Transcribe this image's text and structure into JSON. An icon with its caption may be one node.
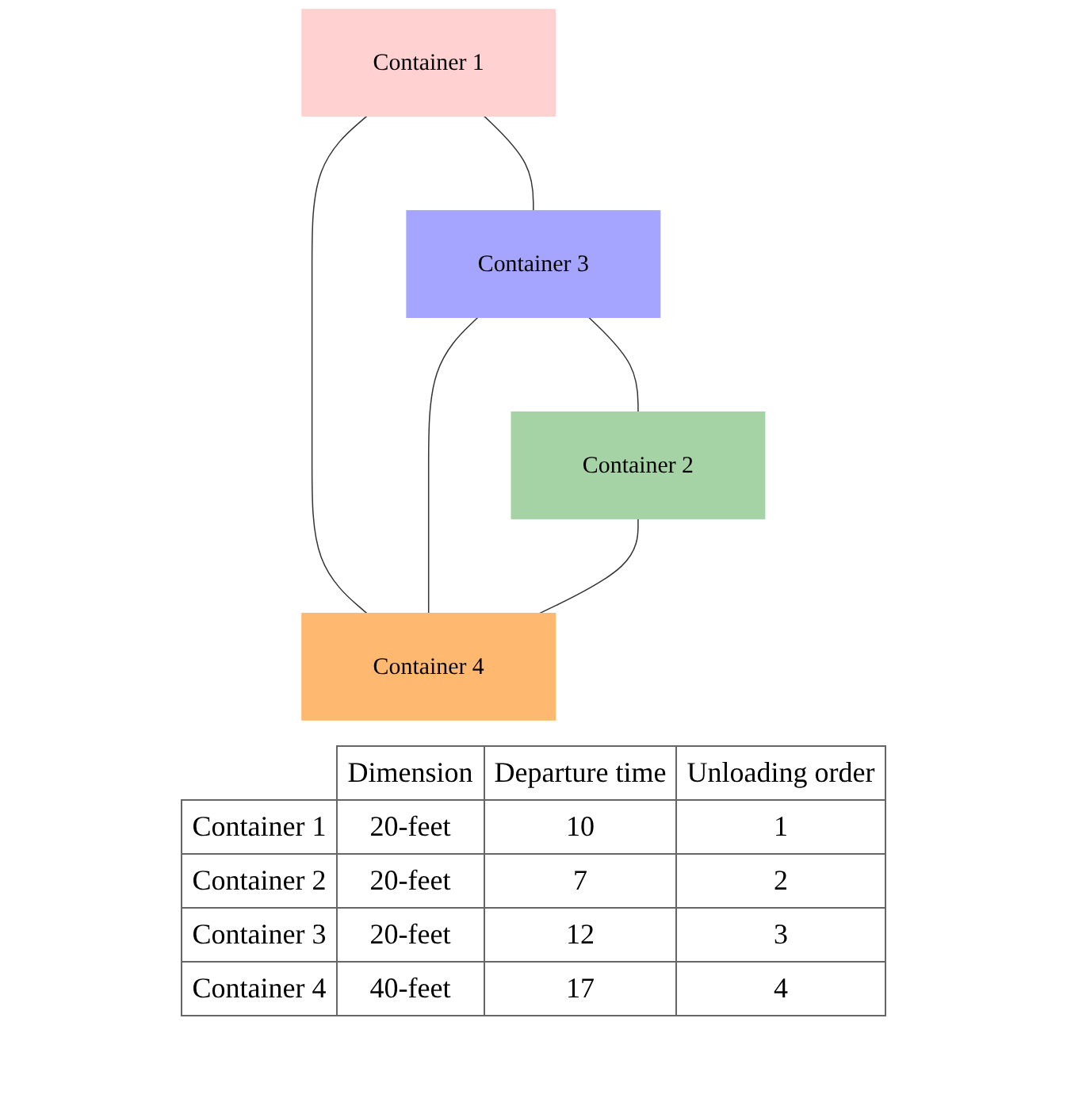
{
  "diagram": {
    "nodes": [
      {
        "text": [
          "Container 1"
        ]
      },
      {
        "text": [
          "Container 3"
        ]
      },
      {
        "text": [
          "Container 2"
        ]
      },
      {
        "text": [
          "Container 4"
        ]
      }
    ],
    "edges": [
      {
        "from": 0,
        "to": 1,
        "arrow": "none"
      },
      {
        "from": 0,
        "to": 3,
        "arrow": "none"
      },
      {
        "from": 1,
        "to": 2,
        "arrow": "none"
      },
      {
        "from": 1,
        "to": 3,
        "arrow": "none"
      },
      {
        "from": 2,
        "to": 3,
        "arrow": "none"
      }
    ],
    "labels": [
      "Dimension",
      "Departure time",
      "Unloading order",
      "Container 1",
      "20-feet",
      "10",
      "1",
      "Container 2",
      "20-feet",
      "7",
      "2",
      "Container 3",
      "20-feet",
      "12",
      "3",
      "Container 4",
      "40-feet",
      "17",
      "4"
    ]
  }
}
